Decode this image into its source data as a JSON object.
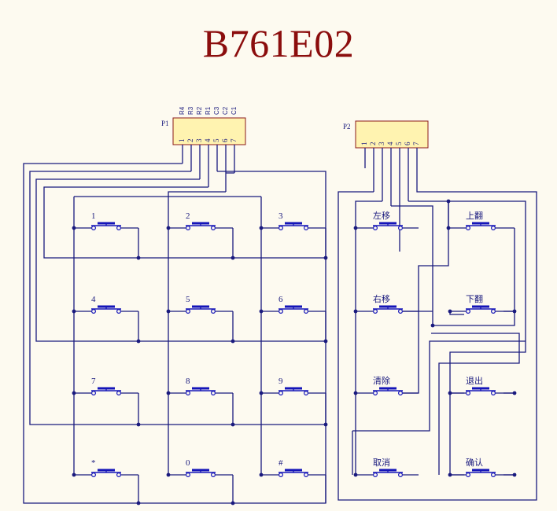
{
  "title": "B761E02",
  "header_p1": {
    "designator": "P1",
    "pins": [
      "1",
      "2",
      "3",
      "4",
      "5",
      "6",
      "7"
    ],
    "signals": [
      "R4",
      "R3",
      "R2",
      "R1",
      "C3",
      "C2",
      "C1"
    ]
  },
  "header_p2": {
    "designator": "P2",
    "pins": [
      "1",
      "2",
      "3",
      "4",
      "5",
      "6",
      "7"
    ]
  },
  "keypad_keys": [
    "1",
    "2",
    "3",
    "4",
    "5",
    "6",
    "7",
    "8",
    "9",
    "*",
    "0",
    "#"
  ],
  "function_keys": [
    "左移",
    "上翻",
    "右移",
    "下翻",
    "清除",
    "退出",
    "取消",
    "确认"
  ]
}
